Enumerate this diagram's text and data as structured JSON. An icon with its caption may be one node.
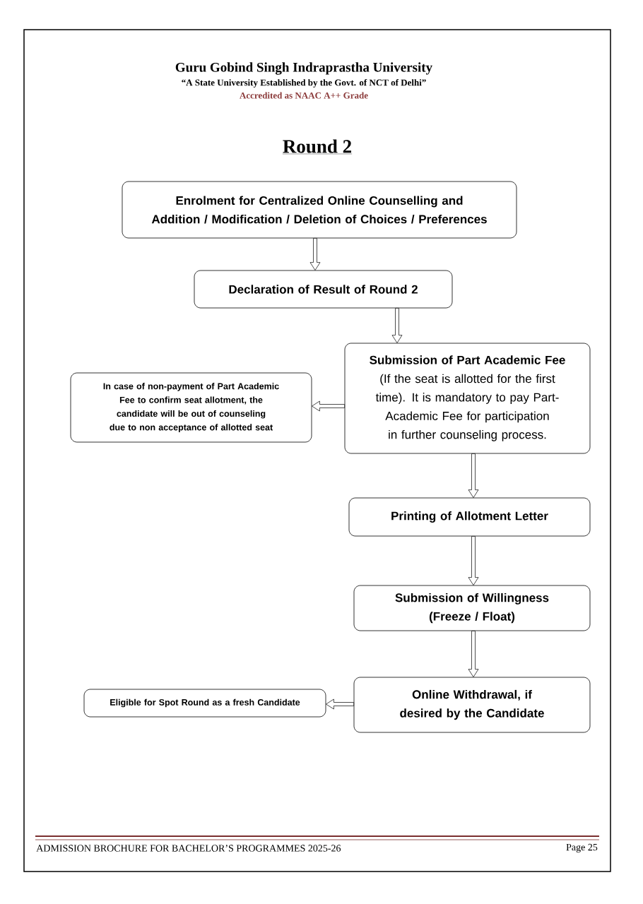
{
  "diagram": {
    "title": "Round 2",
    "nodes": [
      {
        "text": [
          "Enrolment for Centralized Online Counselling and Addition / Modification / Deletion of Choices / Preferences"
        ]
      },
      {
        "text": [
          "Declaration of Result of Round 2"
        ]
      },
      {
        "text": [
          "Submission of Part Academic Fee",
          "(If the seat is allotted for the first time). It is mandatory to pay Part-Academic Fee for participation in further counseling process."
        ]
      },
      {
        "text": [
          "In case of non-payment of Part Academic Fee to confirm seat allotment, the candidate will be out of counseling due to non acceptance of allotted seat"
        ]
      },
      {
        "text": [
          "Printing of Allotment Letter"
        ]
      },
      {
        "text": [
          "Submission of Willingness (Freeze / Float)"
        ]
      },
      {
        "text": [
          "Online Withdrawal, if desired by the Candidate"
        ]
      },
      {
        "text": [
          "Eligible for Spot Round as a fresh Candidate"
        ]
      }
    ],
    "edges": [
      {
        "from": 0,
        "to": 1,
        "arrow": "to"
      },
      {
        "from": 1,
        "to": 2,
        "arrow": "to"
      },
      {
        "from": 2,
        "to": 3,
        "arrow": "to"
      },
      {
        "from": 2,
        "to": 4,
        "arrow": "to"
      },
      {
        "from": 4,
        "to": 5,
        "arrow": "to"
      },
      {
        "from": 5,
        "to": 6,
        "arrow": "to"
      },
      {
        "from": 6,
        "to": 7,
        "arrow": "to"
      }
    ],
    "labels": [
      "Guru Gobind Singh Indraprastha University",
      "“A State University Established by the Govt. of NCT of Delhi”",
      "Accredited as NAAC A++ Grade",
      "ADMISSION BROCHURE FOR BACHELOR’S PROGRAMMES 2025-26",
      "Page 25"
    ]
  }
}
